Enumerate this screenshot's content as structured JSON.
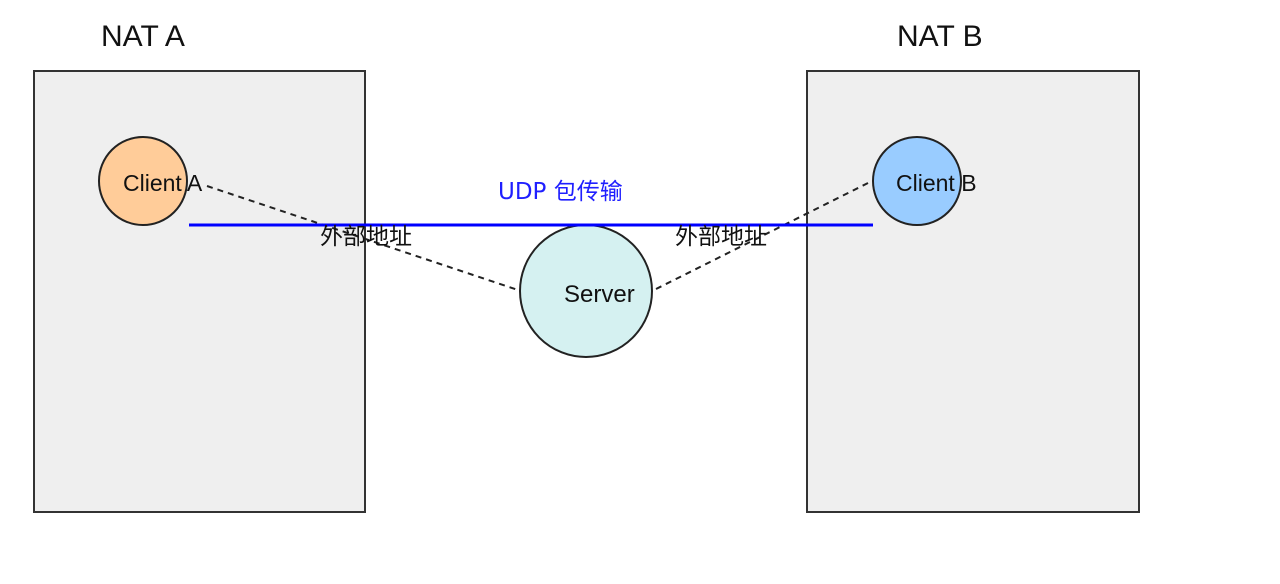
{
  "nat_a": {
    "title": "NAT A",
    "client_label": "Client A",
    "client_color": "#ffcc99"
  },
  "nat_b": {
    "title": "NAT B",
    "client_label": "Client B",
    "client_color": "#99ccff"
  },
  "server": {
    "label": "Server",
    "color": "#d5f1f1"
  },
  "connections": {
    "left_external_label": "外部地址",
    "right_external_label": "外部地址"
  },
  "udp": {
    "label": "UDP 包传输",
    "color": "#0000ff"
  },
  "colors": {
    "nat_box_fill": "#efefef",
    "stroke": "#333333"
  }
}
